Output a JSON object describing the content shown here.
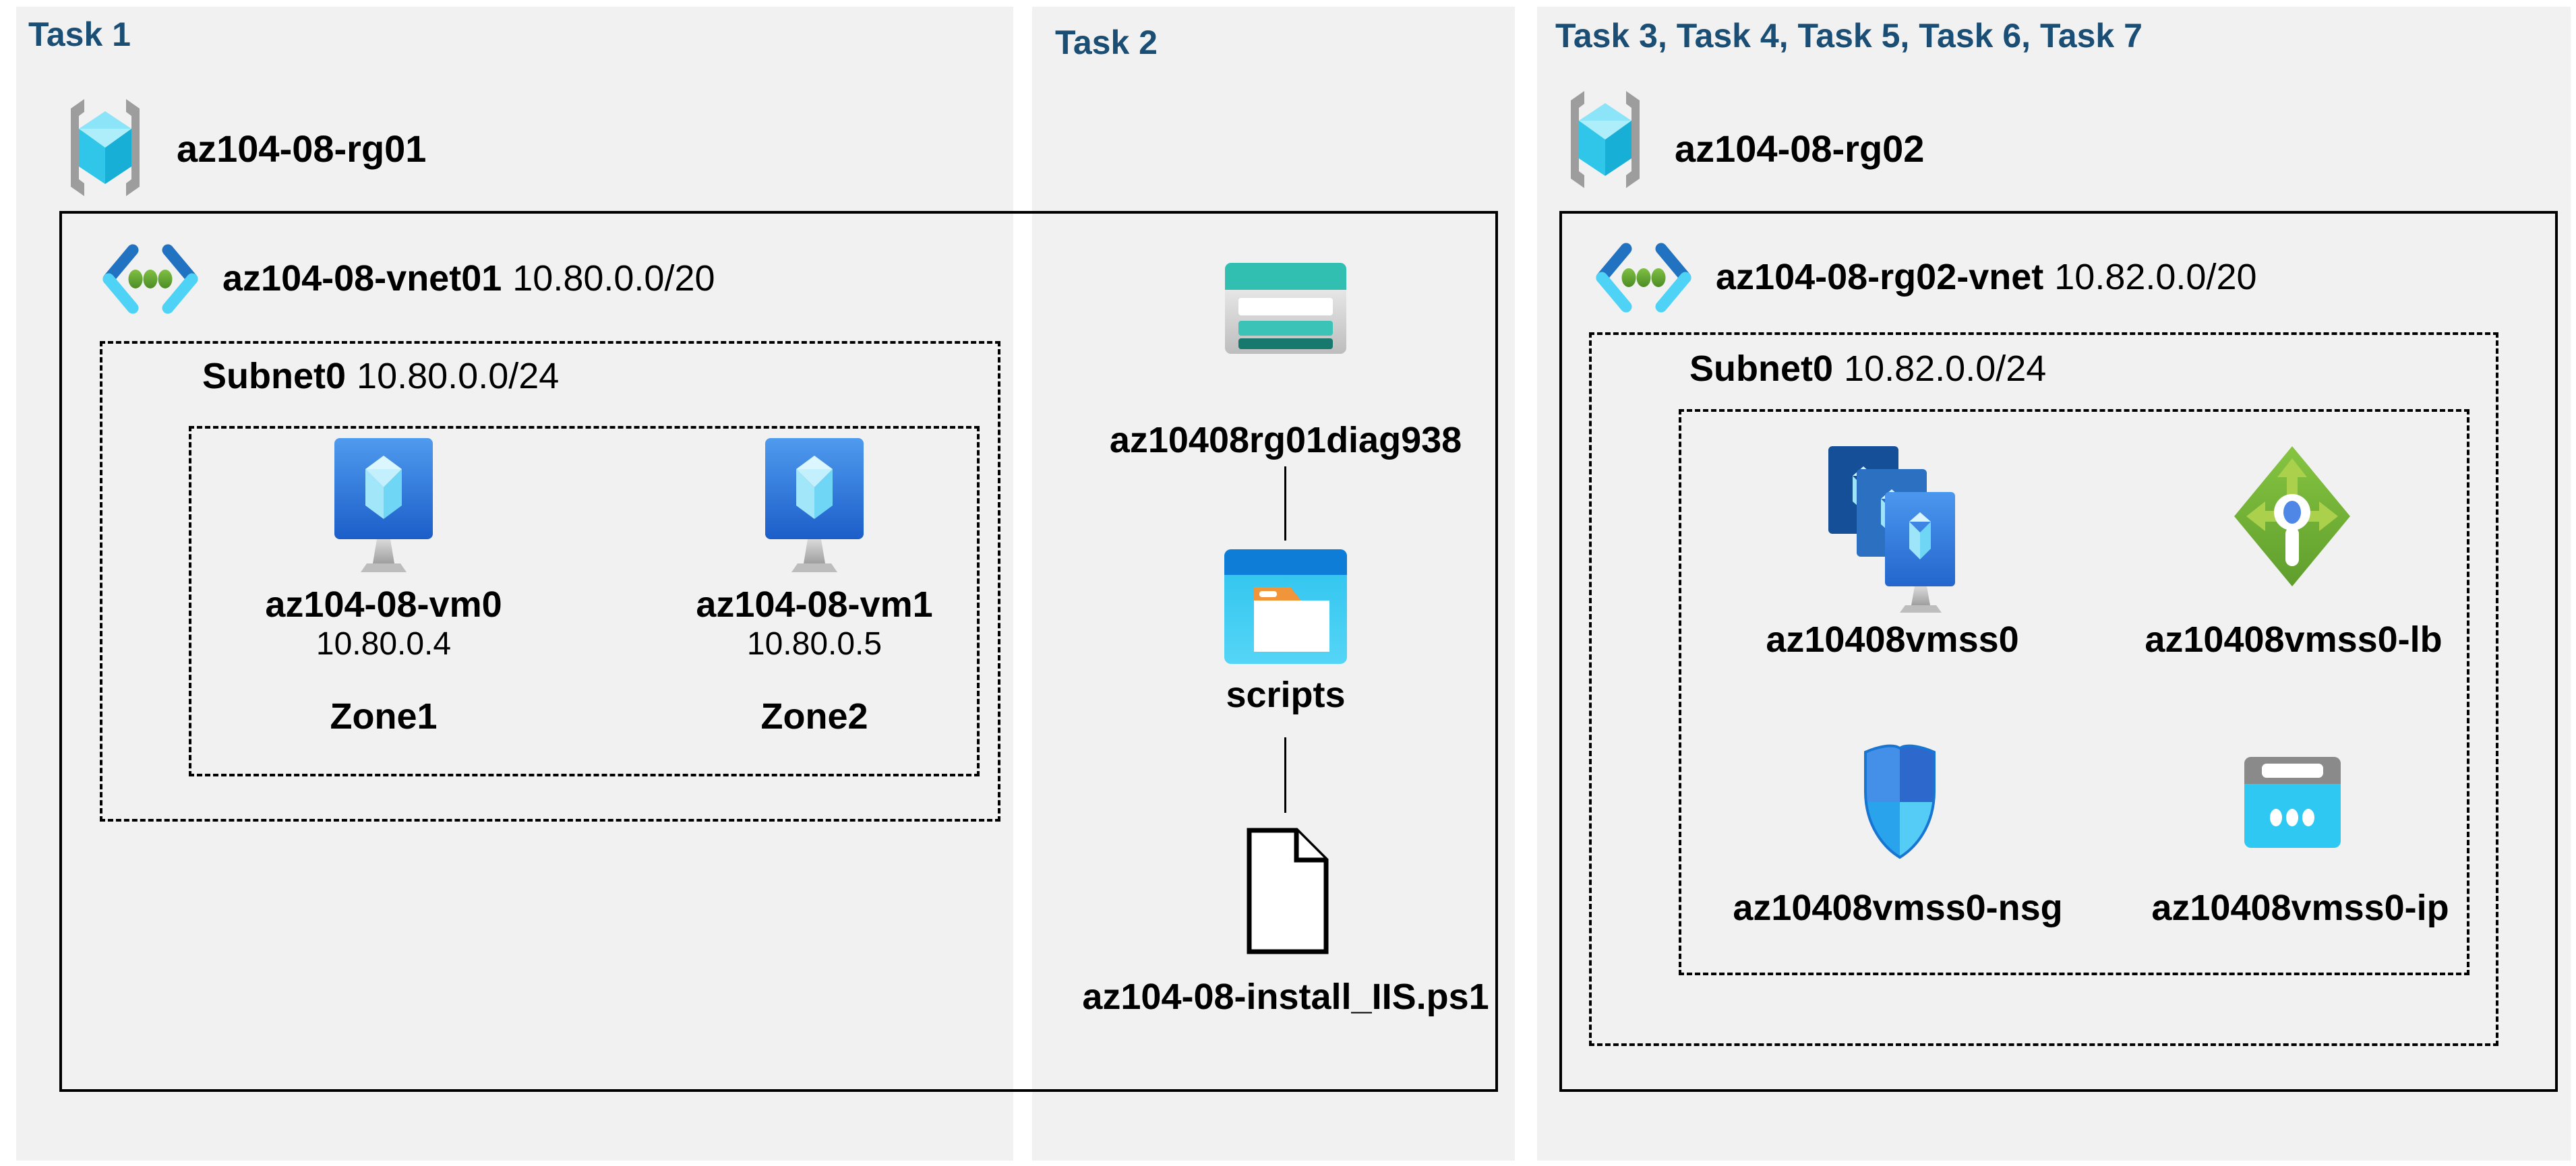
{
  "colors": {
    "panel_bg": "#f1f1f1",
    "title_navy": "#1a4e74",
    "border_black": "#000000",
    "azure_cyan": "#35c8f0",
    "storage_teal": "#31bfb2",
    "lb_green": "#74b83b",
    "vm_blue": "#2b70c1"
  },
  "task1": {
    "title": "Task 1",
    "resource_group": "az104-08-rg01",
    "vnet_name": "az104-08-vnet01",
    "vnet_cidr": "10.80.0.0/20",
    "subnet_name": "Subnet0",
    "subnet_cidr": "10.80.0.0/24",
    "vm0": {
      "name": "az104-08-vm0",
      "ip": "10.80.0.4",
      "zone": "Zone1"
    },
    "vm1": {
      "name": "az104-08-vm1",
      "ip": "10.80.0.5",
      "zone": "Zone2"
    }
  },
  "task2": {
    "title": "Task 2",
    "storage_account": "az10408rg01diag938",
    "folder": "scripts",
    "script_file": "az104-08-install_IIS.ps1"
  },
  "task3": {
    "title": "Task 3, Task 4, Task 5, Task 6, Task 7",
    "resource_group": "az104-08-rg02",
    "vnet_name": "az104-08-rg02-vnet",
    "vnet_cidr": "10.82.0.0/20",
    "subnet_name": "Subnet0",
    "subnet_cidr": "10.82.0.0/24",
    "vmss": "az10408vmss0",
    "load_balancer": "az10408vmss0-lb",
    "nsg": "az10408vmss0-nsg",
    "public_ip": "az10408vmss0-ip"
  }
}
